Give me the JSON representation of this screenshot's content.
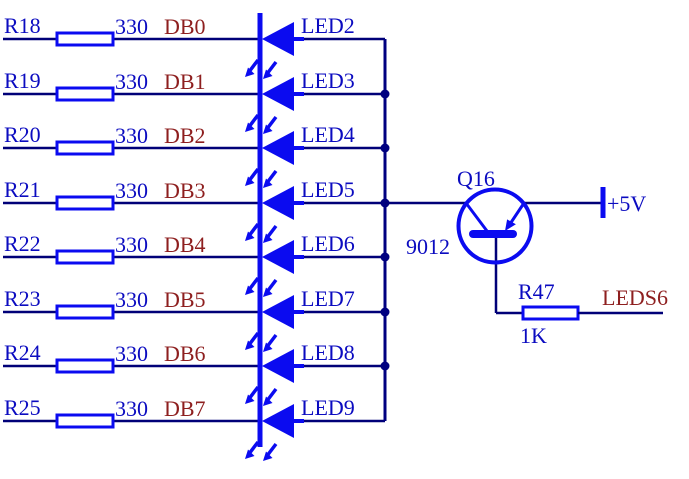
{
  "colors": {
    "background": "#ffffff",
    "symbol_blue": "#0b0bf0",
    "wire_blue": "#000078",
    "junction_blue": "#000080",
    "text_blue": "#0b0bc0",
    "net_red": "#8e1f1f"
  },
  "rows": [
    {
      "ref": "R18",
      "value": "330",
      "net": "DB0",
      "led": "LED2"
    },
    {
      "ref": "R19",
      "value": "330",
      "net": "DB1",
      "led": "LED3"
    },
    {
      "ref": "R20",
      "value": "330",
      "net": "DB2",
      "led": "LED4"
    },
    {
      "ref": "R21",
      "value": "330",
      "net": "DB3",
      "led": "LED5"
    },
    {
      "ref": "R22",
      "value": "330",
      "net": "DB4",
      "led": "LED6"
    },
    {
      "ref": "R23",
      "value": "330",
      "net": "DB5",
      "led": "LED7"
    },
    {
      "ref": "R24",
      "value": "330",
      "net": "DB6",
      "led": "LED8"
    },
    {
      "ref": "R25",
      "value": "330",
      "net": "DB7",
      "led": "LED9"
    }
  ],
  "transistor": {
    "ref": "Q16",
    "model": "9012"
  },
  "power_rail": {
    "label": "+5V"
  },
  "base_resistor": {
    "ref": "R47",
    "value": "1K",
    "net": "LEDS6"
  }
}
